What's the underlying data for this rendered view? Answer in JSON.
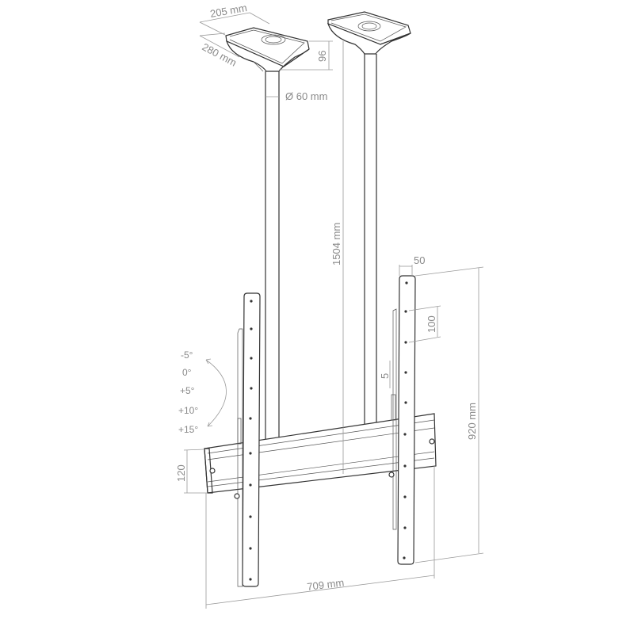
{
  "diagram": {
    "subject": "Ceiling TV mount with dual poles and tilting bracket",
    "dimensions": {
      "plate_width": "205 mm",
      "plate_depth": "280 mm",
      "plate_height": "96",
      "pole_diameter": "Ø 60 mm",
      "pole_length": "1504 mm",
      "arm_width": "50",
      "hole_spacing": "100",
      "small_offset": "5",
      "rail_height": "120",
      "overall_height": "920 mm",
      "overall_width": "709 mm"
    },
    "tilt_angles": [
      "-5°",
      "0°",
      "+5°",
      "+10°",
      "+15°"
    ],
    "colors": {
      "line": "#333333",
      "dimension": "#9a9a9a",
      "background": "#ffffff"
    }
  }
}
